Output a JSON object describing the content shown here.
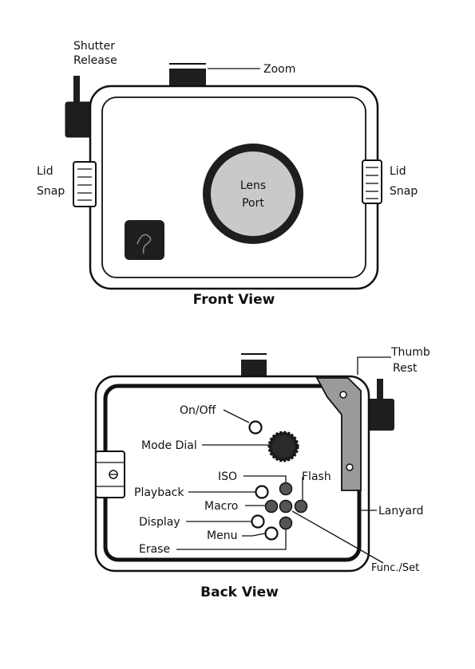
{
  "front_view": {
    "heading": "Front View",
    "labels": {
      "shutter_release_line1": "Shutter",
      "shutter_release_line2": "Release",
      "zoom": "Zoom",
      "lid_snap_left_line1": "Lid",
      "lid_snap_left_line2": "Snap",
      "lid_snap_right_line1": "Lid",
      "lid_snap_right_line2": "Snap",
      "lens_port_line1": "Lens",
      "lens_port_line2": "Port"
    }
  },
  "back_view": {
    "heading": "Back View",
    "labels": {
      "thumb_rest_line1": "Thumb",
      "thumb_rest_line2": "Rest",
      "on_off": "On/Off",
      "mode_dial": "Mode Dial",
      "iso": "ISO",
      "flash": "Flash",
      "playback": "Playback",
      "macro": "Macro",
      "display": "Display",
      "menu": "Menu",
      "erase": "Erase",
      "lanyard": "Lanyard",
      "func_set": "Func./Set"
    }
  },
  "colors": {
    "ink": "#111111",
    "lens_fill": "#c9c9c9",
    "dark_part": "#1e1e1e",
    "thumb_rest": "#9a9a9a"
  }
}
